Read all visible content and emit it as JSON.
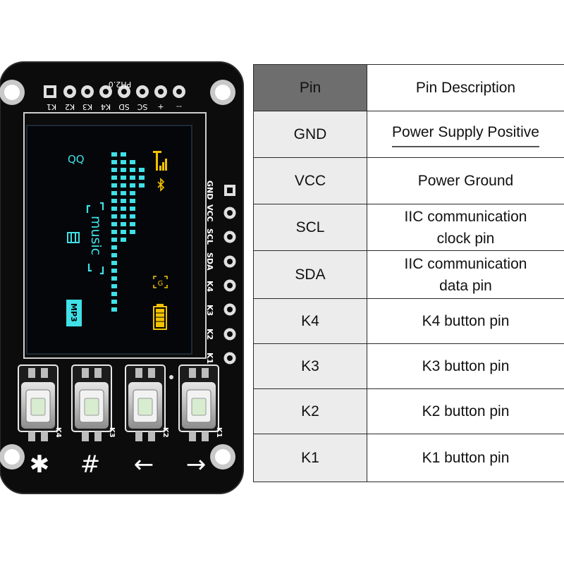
{
  "board": {
    "top_header_title": "PH2.0",
    "top_header_labels": [
      "K1",
      "K2",
      "K3",
      "K4",
      "SD",
      "SC",
      "+",
      "--"
    ],
    "side_header_labels": [
      "GND",
      "VCC",
      "SCL",
      "SDA",
      "K4",
      "K3",
      "K2",
      "K1"
    ],
    "button_labels": [
      "K4",
      "K3",
      "K2",
      "K1"
    ],
    "button_symbols": [
      "✱",
      "#",
      "←",
      "→"
    ],
    "oled": {
      "qq_text": "QQ",
      "music_text": "music",
      "mp3_badge": "MP3",
      "g_badge": "G",
      "colors": {
        "cyan": "#3fe0e6",
        "yellow": "#f2c200",
        "screen": "#05060a"
      }
    },
    "colors": {
      "pcb": "#0c0c0c",
      "silk": "#ffffff",
      "flex": "#e58a16"
    }
  },
  "table": {
    "header": {
      "pin": "Pin",
      "description": "Pin Description"
    },
    "rows": [
      {
        "pin": "GND",
        "desc": [
          "Power Supply Positive"
        ]
      },
      {
        "pin": "VCC",
        "desc": [
          "Power Ground"
        ]
      },
      {
        "pin": "SCL",
        "desc": [
          "IIC communication",
          "clock pin"
        ]
      },
      {
        "pin": "SDA",
        "desc": [
          "IIC communication",
          "data pin"
        ]
      },
      {
        "pin": "K4",
        "desc": [
          "K4 button pin"
        ]
      },
      {
        "pin": "K3",
        "desc": [
          "K3 button pin"
        ]
      },
      {
        "pin": "K2",
        "desc": [
          "K2 button pin"
        ]
      },
      {
        "pin": "K1",
        "desc": [
          "K1 button pin"
        ]
      }
    ]
  }
}
